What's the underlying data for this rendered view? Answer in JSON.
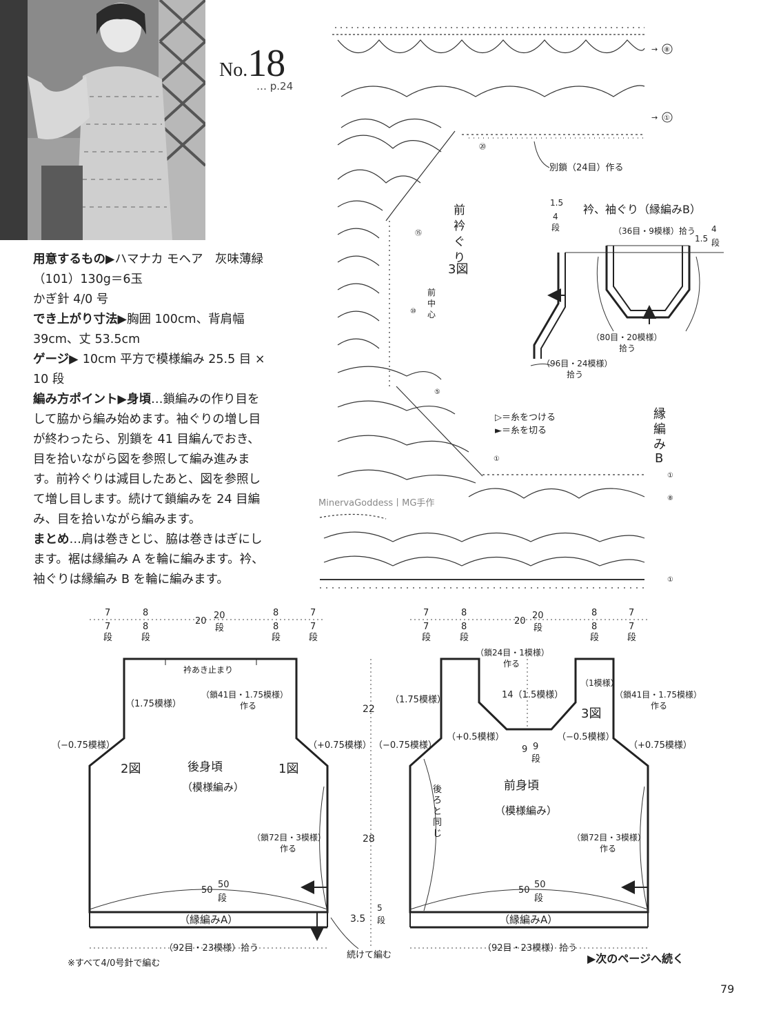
{
  "header": {
    "no_prefix": "No.",
    "no_value": "18",
    "page_ref": "… p.24"
  },
  "instructions": {
    "materials_label": "用意するもの",
    "materials": "ハマナカ モヘア　灰味薄緑（101）130g＝6玉",
    "hook": "かぎ針 4/0 号",
    "size_label": "でき上がり寸法",
    "size": "胸囲 100cm、背肩幅 39cm、丈 53.5cm",
    "gauge_label": "ゲージ",
    "gauge": "10cm 平方で模様編み 25.5 目 × 10 段",
    "points_label": "編み方ポイント",
    "body_label": "身頃",
    "body": "…鎖編みの作り目をして脇から編み始めます。袖ぐりの増し目が終わったら、別鎖を 41 目編んでおき、目を拾いながら図を参照して編み進みます。前衿ぐりは減目したあと、図を参照して増し目します。続けて鎖編みを 24 目編み、目を拾いながら編みます。",
    "finish_label": "まとめ",
    "finish": "…肩は巻きとじ、脇は巻きはぎにします。裾は縁編み A を輪に編みます。衿、袖ぐりは縁編み B を輪に編みます。"
  },
  "chart_labels": {
    "row8": "⑧",
    "row1": "①",
    "row20": "⑳",
    "row15": "⑮",
    "row10": "⑩",
    "row5": "⑤",
    "separate_chain": "別鎖（24目）作る",
    "front_neck_a": "前",
    "front_neck_b": "衿",
    "front_neck_c": "ぐ",
    "front_neck_d": "り",
    "fig3": "3図",
    "center_a": "前",
    "center_b": "中",
    "center_c": "心",
    "edge_b_a": "縁",
    "edge_b_b": "編",
    "edge_b_c": "み",
    "edge_b_d": "B",
    "legend_attach": "▷＝糸をつける",
    "legend_cut": "►＝糸を切る",
    "watermark": "MinervaGoddess丨MG手作"
  },
  "collar": {
    "title": "衿、袖ぐり（縁編みB）",
    "top_pick": "（36目・9模様）拾う",
    "right_side": "1.5",
    "right_side_rows": "4",
    "right_side_unit": "段",
    "left_side": "1.5",
    "left_side_rows": "4",
    "left_side_unit": "段",
    "bottom_pick_a": "（80目・20模様）",
    "bottom_pick_b": "拾う",
    "sleeve_pick_a": "（96目・24模様）",
    "sleeve_pick_b": "拾う"
  },
  "back": {
    "w1": "7",
    "w1r": "7",
    "w2": "8",
    "w2r": "8",
    "w3": "20",
    "w3r": "20",
    "w4": "8",
    "w4r": "8",
    "w5": "7",
    "w5r": "7",
    "rows_unit": "段",
    "neck_stop": "衿あき止まり",
    "left_shoulder": "（1.75模様）",
    "right_chain_a": "（鎖41目・1.75模様）",
    "right_chain_b": "作る",
    "left_dec": "（−0.75模様）",
    "right_inc": "（+0.75模様）",
    "fig2": "2図",
    "fig1": "1図",
    "title": "後身頃",
    "pattern": "（模様編み）",
    "side_chain_a": "（鎖72目・3模様）",
    "side_chain_b": "作る",
    "bottom_w": "50",
    "bottom_rows": "50",
    "edge_a": "（縁編みA）",
    "pick": "（92目・23模様）拾う"
  },
  "middle": {
    "h22": "22",
    "h28": "28",
    "h35": "3.5",
    "h35r": "5",
    "continue_knit": "続けて編む"
  },
  "front": {
    "w1": "7",
    "w1r": "7",
    "w2": "8",
    "w2r": "8",
    "w3": "20",
    "w3r": "20",
    "w4": "8",
    "w4r": "8",
    "w5": "7",
    "w5r": "7",
    "chain24_a": "（鎖24目・1模様）",
    "chain24_b": "作る",
    "h14": "14（1.5模様）",
    "left_shoulder": "（1.75模様）",
    "right_top": "（1模様）",
    "right_chain_a": "（鎖41目・1.75模様）",
    "right_chain_b": "作る",
    "fig3": "3図",
    "neck_inc": "（+0.5模様）",
    "neck_dec": "（−0.5模様）",
    "neck_w": "9",
    "neck_rows": "9",
    "left_dec": "（−0.75模様）",
    "right_inc": "（+0.75模様）",
    "same_a": "後",
    "same_b": "ろ",
    "same_c": "と",
    "same_d": "同",
    "same_e": "じ",
    "title": "前身頃",
    "pattern": "（模様編み）",
    "side_chain_a": "（鎖72目・3模様）",
    "side_chain_b": "作る",
    "bottom_w": "50",
    "bottom_rows": "50",
    "edge_a": "（縁編みA）",
    "pick": "（92目・23模様）拾う"
  },
  "footer": {
    "note": "※すべて4/0号針で編む",
    "continue": "▶次のページへ続く",
    "page": "79"
  }
}
